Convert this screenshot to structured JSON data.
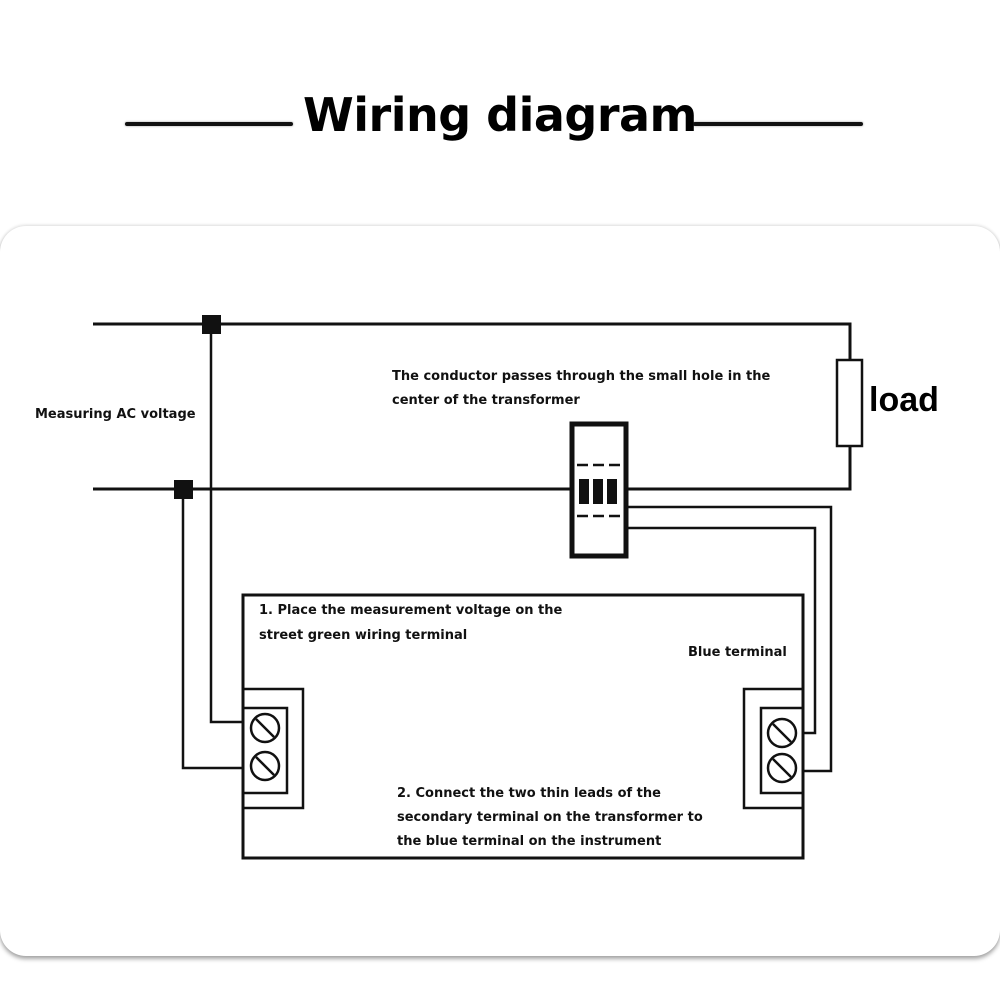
{
  "header": {
    "title": "Wiring diagram"
  },
  "labels": {
    "ac_voltage": "Measuring AC voltage",
    "conductor_line1": "The conductor passes through the small hole in the",
    "conductor_line2": "center of the transformer",
    "load": "load",
    "step1_line1": "1. Place the measurement voltage on the",
    "step1_line2": "street green wiring terminal",
    "blue_terminal": "Blue terminal",
    "step2_line1": "2. Connect the two thin leads of the",
    "step2_line2": "secondary terminal on the transformer to",
    "step2_line3": "the blue terminal on the instrument"
  },
  "colors": {
    "wire": "#111111",
    "background": "#ffffff"
  }
}
